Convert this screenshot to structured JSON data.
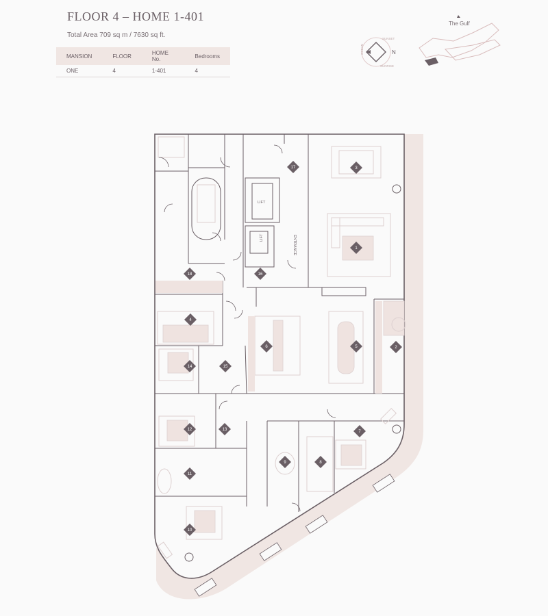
{
  "header": {
    "title": "FLOOR 4 – HOME 1-401",
    "subtitle": "Total Area 709 sq m / 7630 sq ft."
  },
  "info_table": {
    "headers": [
      "MANSION",
      "FLOOR",
      "HOME No.",
      "Bedrooms"
    ],
    "row": [
      "ONE",
      "4",
      "1-401",
      "4"
    ]
  },
  "compass": {
    "north": "N",
    "top_label": "SUNSET",
    "left_label": "OCEAN",
    "bottom_label": "SUNRISE"
  },
  "keyplan": {
    "label": "The Gulf"
  },
  "plan_labels": {
    "lift": "LIFT",
    "entrance": "ENTRANCE"
  },
  "rooms": [
    "1",
    "2",
    "3",
    "4",
    "5",
    "6",
    "7",
    "8",
    "9",
    "10",
    "11",
    "12",
    "13",
    "14",
    "15",
    "16",
    "17",
    "18"
  ],
  "colors": {
    "accent": "#6a5f65",
    "terrace": "#f0e6e3",
    "furniture": "#ddd0d0"
  }
}
